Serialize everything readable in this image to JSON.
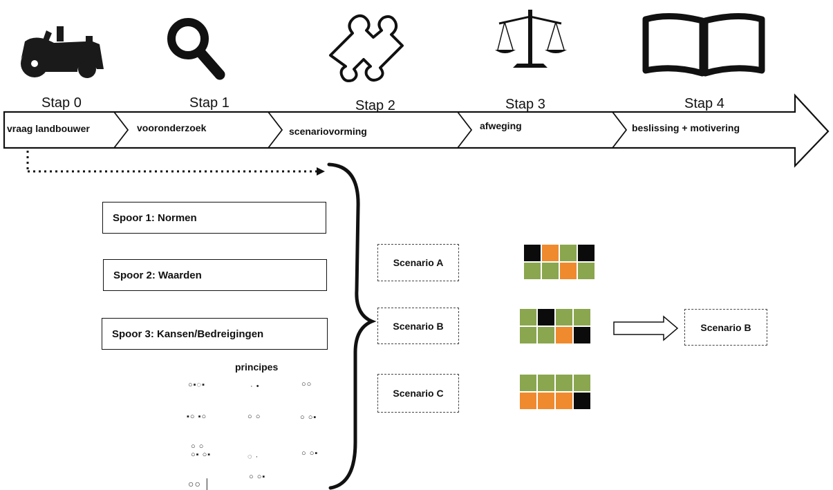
{
  "colors": {
    "black": "#0b0b0b",
    "orange": "#ef8a2e",
    "green": "#8aa64e",
    "outline": "#111111"
  },
  "steps": [
    {
      "label": "Stap 0",
      "icon": "tractor-icon",
      "phase": "vraag landbouwer"
    },
    {
      "label": "Stap 1",
      "icon": "magnifier-icon",
      "phase": "vooronderzoek"
    },
    {
      "label": "Stap 2",
      "icon": "puzzle-piece-icon",
      "phase": "scenariovorming"
    },
    {
      "label": "Stap 3",
      "icon": "scales-icon",
      "phase": "afweging"
    },
    {
      "label": "Stap 4",
      "icon": "open-book-icon",
      "phase": "beslissing + motivering"
    }
  ],
  "tracks": [
    {
      "label": "Spoor 1: Normen"
    },
    {
      "label": "Spoor 2: Waarden"
    },
    {
      "label": "Spoor 3: Kansen/Bedreigingen"
    }
  ],
  "principes": {
    "title": "principes",
    "glyphs": [
      "○▪◌▪",
      "· •",
      "○○",
      "▪○ ▪○",
      "○  ○",
      "○ ○▪",
      "○ ○\n○▪ ○▪",
      "◌ ·",
      "○ ○▪",
      "○○ │",
      "○ ○▪"
    ]
  },
  "scenarios": [
    {
      "label": "Scenario A",
      "grid": [
        "black",
        "orange",
        "green",
        "black",
        "green",
        "green",
        "orange",
        "green"
      ]
    },
    {
      "label": "Scenario B",
      "grid": [
        "green",
        "black",
        "green",
        "green",
        "green",
        "green",
        "orange",
        "black"
      ]
    },
    {
      "label": "Scenario C",
      "grid": [
        "green",
        "green",
        "green",
        "green",
        "orange",
        "orange",
        "orange",
        "black"
      ]
    }
  ],
  "result": {
    "label": "Scenario B"
  }
}
